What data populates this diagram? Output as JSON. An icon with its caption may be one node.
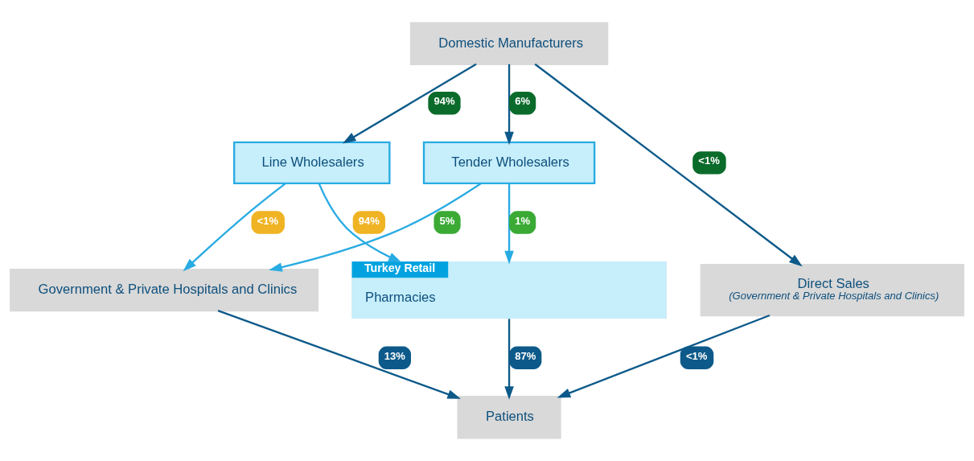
{
  "diagram": {
    "nodes": [
      {
        "text": [
          "Domestic Manufacturers"
        ]
      },
      {
        "text": [
          "Tender Wholesalers"
        ]
      },
      {
        "text": [
          "Line Wholesalers"
        ]
      },
      {
        "text": [
          "Government & Private Hospitals and Clinics"
        ]
      },
      {
        "text": [
          "Direct Sales",
          "(Government & Private Hospitals and Clinics)"
        ]
      },
      {
        "text": [
          "Turkey Retail",
          "Pharmacies"
        ]
      },
      {
        "text": [
          "Patients"
        ]
      }
    ],
    "edges": [
      {
        "from": 0,
        "to": 1,
        "arrow": "to",
        "label": "6%"
      },
      {
        "from": 0,
        "to": 4,
        "arrow": "to",
        "label": "<1%"
      },
      {
        "from": 0,
        "to": 2,
        "arrow": "to",
        "label": "94%"
      },
      {
        "from": 1,
        "to": 3,
        "arrow": "to",
        "label": "5%",
        "color": "#29abe2"
      },
      {
        "from": 1,
        "to": 5,
        "arrow": "to",
        "label": "1%",
        "color": "#29abe2"
      },
      {
        "from": 2,
        "to": 3,
        "arrow": "to",
        "label": "<1%",
        "color": "#29abe2"
      },
      {
        "from": 2,
        "to": 5,
        "arrow": "to",
        "label": "94%",
        "color": "#29abe2"
      },
      {
        "from": 3,
        "to": 6,
        "arrow": "to",
        "label": "13%"
      },
      {
        "from": 4,
        "to": 6,
        "arrow": "to",
        "label": "<1%"
      },
      {
        "from": 5,
        "to": 6,
        "arrow": "to",
        "label": "87%"
      }
    ]
  }
}
